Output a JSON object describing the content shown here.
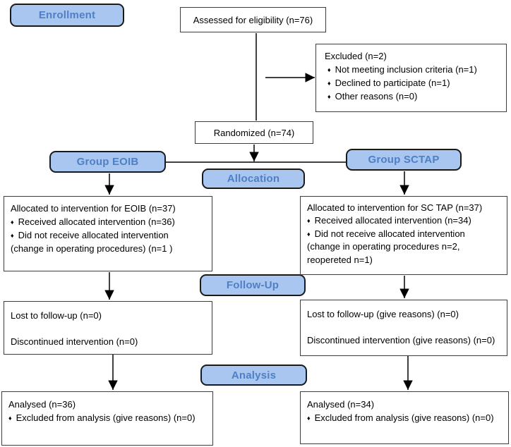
{
  "diagram": "CONSORT participant flow diagram",
  "bullet_char": "♦",
  "stages": {
    "enrollment": "Enrollment",
    "allocation": "Allocation",
    "followup": "Follow-Up",
    "analysis": "Analysis"
  },
  "groups": {
    "left": "Group EOIB",
    "right": "Group SCTAP"
  },
  "boxes": {
    "assessed": "Assessed for eligibility (n=76)",
    "randomized": "Randomized (n=74)",
    "excluded": {
      "title": "Excluded  (n=2)",
      "bullets": [
        "Not meeting inclusion criteria (n=1)",
        "Declined to participate (n=1)",
        "Other reasons (n=0)"
      ]
    },
    "allocation_left": {
      "title": "Allocated to intervention for EOIB (n=37)",
      "bullet1": "Received allocated intervention (n=36)",
      "bullet2": "Did not receive allocated intervention",
      "note1": "(change in operating procedures) (n=1  )"
    },
    "allocation_right": {
      "title": "Allocated to intervention for SC TAP (n=37)",
      "bullet1": "Received allocated intervention (n=34)",
      "bullet2": "Did not receive allocated intervention",
      "note1": "(change in operating procedures n=2,",
      "note2": "reopereted n=1)"
    },
    "followup_left": {
      "line1": "Lost to follow-up (n=0)",
      "line2": "Discontinued intervention (n=0)"
    },
    "followup_right": {
      "line1": "Lost to follow-up (give reasons) (n=0)",
      "line2": "Discontinued intervention (give reasons) (n=0)"
    },
    "analysis_left": {
      "title": "Analysed  (n=36)",
      "bullet1": "Excluded from analysis (give reasons) (n=0)"
    },
    "analysis_right": {
      "title": "Analysed  (n=34)",
      "bullet1": "Excluded from analysis (give reasons) (n=0)"
    }
  },
  "colors": {
    "stage_fill": "#a9c6f0",
    "stage_text": "#4f7fc4",
    "stage_border": "#1a1a1a",
    "box_border": "#3d3d3d",
    "connector": "#000000"
  }
}
